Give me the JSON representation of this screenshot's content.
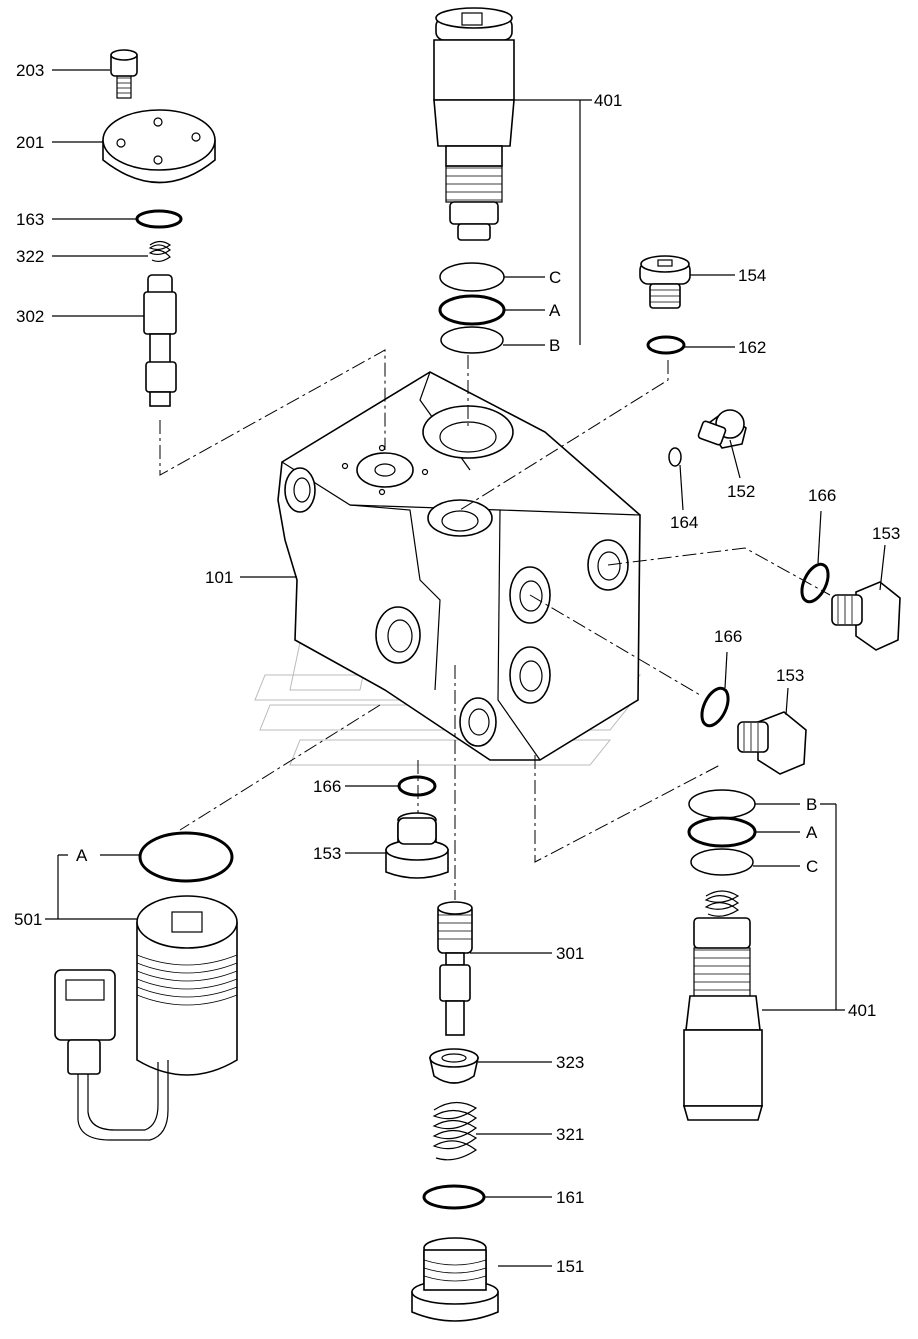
{
  "labels": {
    "l203": "203",
    "l201": "201",
    "l163": "163",
    "l322": "322",
    "l302": "302",
    "l401a": "401",
    "lC1": "C",
    "lA1": "A",
    "lB1": "B",
    "l154": "154",
    "l162": "162",
    "l152": "152",
    "l164": "164",
    "l166a": "166",
    "l153a": "153",
    "l101": "101",
    "l166b": "166",
    "l153b": "153",
    "l166c": "166",
    "l153c": "153",
    "lA2": "A",
    "l501": "501",
    "lB3": "B",
    "lA3": "A",
    "lC3": "C",
    "l401b": "401",
    "l301": "301",
    "l323": "323",
    "l321": "321",
    "l161": "161",
    "l151": "151"
  }
}
